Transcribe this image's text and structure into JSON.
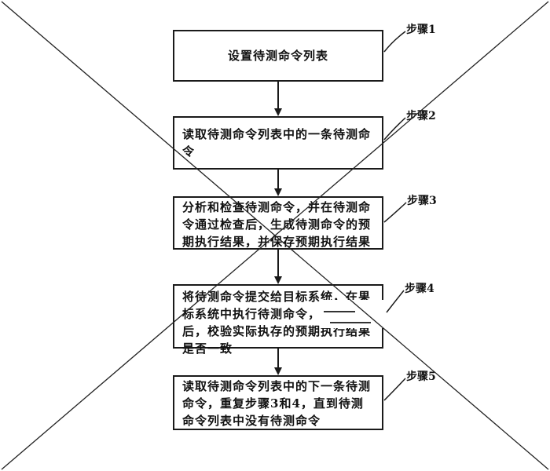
{
  "steps": [
    {
      "label": "步骤1",
      "text": "设置待测命令列表"
    },
    {
      "label": "步骤2",
      "text": "读取待测命令列表中的一条待测命令"
    },
    {
      "label": "步骤3",
      "text": "分析和检查待测命令，并在待测命令通过检查后，生成待测命令的预期执行结果，并保存预期执行结果"
    },
    {
      "label": "步骤4",
      "text": "将待测命令提交给目标系统，在果标系统中执行待测命令，行结果后，校验实际执存的预期执行结果是否一致"
    },
    {
      "label": "步骤5",
      "text": "读取待测命令列表中的下一条待测命令，重复步骤3和4，直到待测命令列表中没有待测命令"
    }
  ]
}
